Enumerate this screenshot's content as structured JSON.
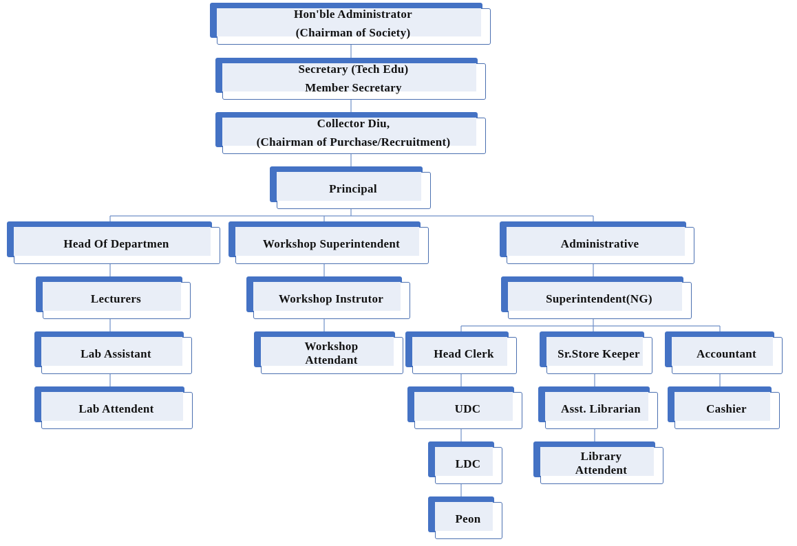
{
  "colors": {
    "accent": "#4472c4",
    "panel": "#e9eef7",
    "border": "#4a6fb0",
    "connector": "#6f8fc7"
  },
  "chart": {
    "nodes": [
      {
        "id": "administrator",
        "lines": [
          "Hon'ble Administrator",
          "(Chairman  of Society)"
        ]
      },
      {
        "id": "secretary",
        "lines": [
          "Secretary (Tech Edu)",
          "Member Secretary"
        ]
      },
      {
        "id": "collector",
        "lines": [
          "Collector Diu,",
          "(Chairman  of Purchase/Recruitment)"
        ]
      },
      {
        "id": "principal",
        "lines": [
          "Principal"
        ]
      },
      {
        "id": "head-of-department",
        "lines": [
          "Head Of Departmen"
        ]
      },
      {
        "id": "workshop-superintendent",
        "lines": [
          "Workshop  Superintendent"
        ]
      },
      {
        "id": "administrative",
        "lines": [
          "Administrative"
        ]
      },
      {
        "id": "lecturers",
        "lines": [
          "Lecturers"
        ]
      },
      {
        "id": "workshop-instructor",
        "lines": [
          "Workshop  Instrutor"
        ]
      },
      {
        "id": "superintendent-ng",
        "lines": [
          "Superintendent(NG)"
        ]
      },
      {
        "id": "lab-assistant",
        "lines": [
          "Lab Assistant"
        ]
      },
      {
        "id": "workshop-attendant",
        "lines": [
          "Workshop",
          "Attendant"
        ]
      },
      {
        "id": "head-clerk",
        "lines": [
          "Head Clerk"
        ]
      },
      {
        "id": "sr-store-keeper",
        "lines": [
          "Sr.Store Keeper"
        ]
      },
      {
        "id": "accountant",
        "lines": [
          "Accountant"
        ]
      },
      {
        "id": "lab-attendent",
        "lines": [
          "Lab Attendent"
        ]
      },
      {
        "id": "udc",
        "lines": [
          "UDC"
        ]
      },
      {
        "id": "asst-librarian",
        "lines": [
          "Asst. Librarian"
        ]
      },
      {
        "id": "cashier",
        "lines": [
          "Cashier"
        ]
      },
      {
        "id": "ldc",
        "lines": [
          "LDC"
        ]
      },
      {
        "id": "library-attendent",
        "lines": [
          "Library",
          "Attendent"
        ]
      },
      {
        "id": "peon",
        "lines": [
          "Peon"
        ]
      }
    ]
  }
}
